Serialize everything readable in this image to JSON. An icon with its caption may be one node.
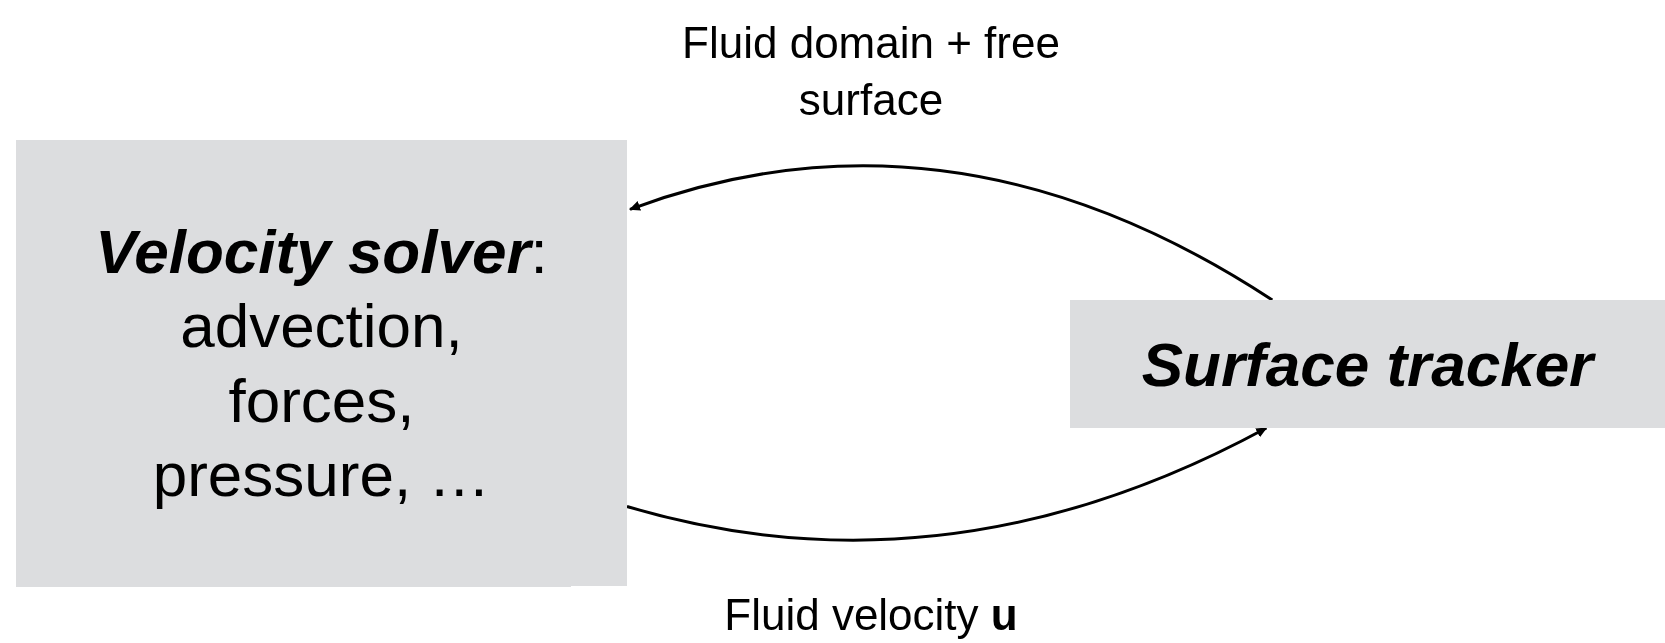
{
  "diagram": {
    "nodes": [
      {
        "text": [
          "**Velocity solver**:",
          "advection, forces, pressure, …"
        ]
      },
      {
        "text": [
          "Surface tracker"
        ]
      }
    ],
    "edges": [
      {
        "from": 1,
        "to": 0,
        "arrow": "to",
        "label": "Fluid domain + free surface"
      },
      {
        "from": 0,
        "to": 1,
        "arrow": "to",
        "label": "Fluid velocity **u**"
      }
    ]
  }
}
